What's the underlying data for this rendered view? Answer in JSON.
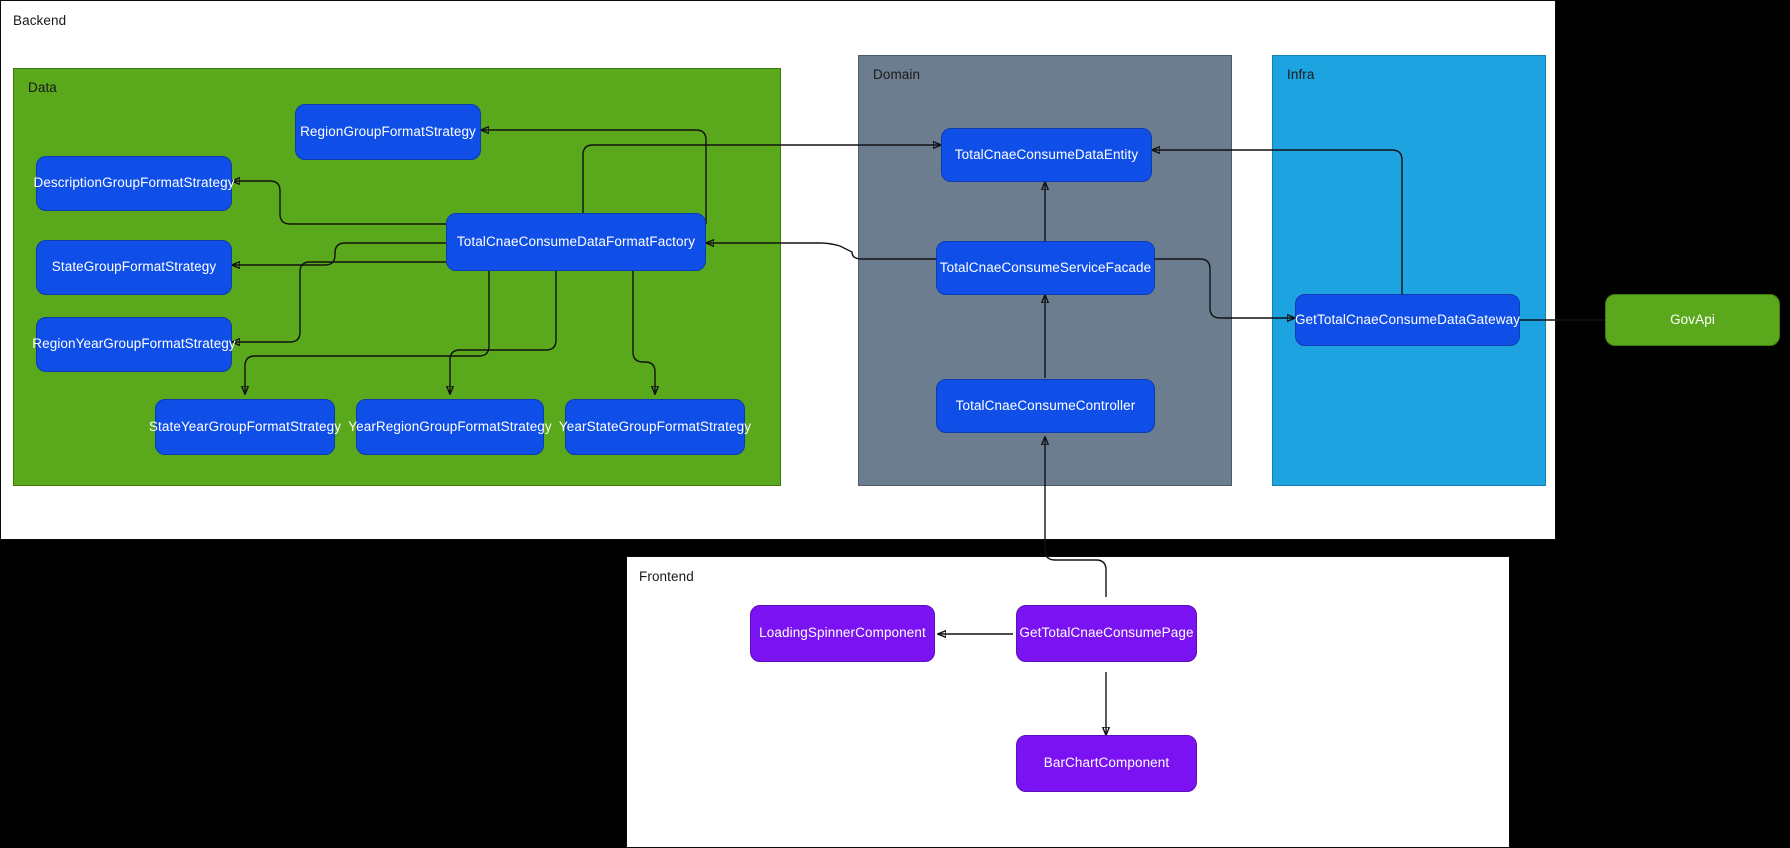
{
  "diagram": {
    "type": "architecture-flow-diagram",
    "background_color": "#000000",
    "palette": {
      "data_container": "#5aa81b",
      "domain_container": "#6b7d8f",
      "infra_container": "#1ca3e0",
      "backend_container": "#ffffff",
      "frontend_container": "#ffffff",
      "class_node": "#0f4fe8",
      "component_node": "#7a12f2",
      "external_node": "#5aa81b",
      "edge": "#121212"
    }
  },
  "backend": {
    "label": "Backend",
    "data_layer": {
      "label": "Data",
      "nodes": [
        {
          "id": "region-group-format-strategy",
          "label": "RegionGroupFormatStrategy"
        },
        {
          "id": "description-group-format-strategy",
          "label": "DescriptionGroupFormatStrategy"
        },
        {
          "id": "state-group-format-strategy",
          "label": "StateGroupFormatStrategy"
        },
        {
          "id": "region-year-group-format-strategy",
          "label": "RegionYearGroupFormatStrategy"
        },
        {
          "id": "total-cnae-consume-data-format-factory",
          "label": "TotalCnaeConsumeDataFormatFactory"
        },
        {
          "id": "state-year-group-format-strategy",
          "label": "StateYearGroupFormatStrategy"
        },
        {
          "id": "year-region-group-format-strategy",
          "label": "YearRegionGroupFormatStrategy"
        },
        {
          "id": "year-state-group-format-strategy",
          "label": "YearStateGroupFormatStrategy"
        }
      ]
    },
    "domain_layer": {
      "label": "Domain",
      "nodes": [
        {
          "id": "total-cnae-consume-data-entity",
          "label": "TotalCnaeConsumeDataEntity"
        },
        {
          "id": "total-cnae-consume-service-facade",
          "label": "TotalCnaeConsumeServiceFacade"
        },
        {
          "id": "total-cnae-consume-controller",
          "label": "TotalCnaeConsumeController"
        }
      ]
    },
    "infra_layer": {
      "label": "Infra",
      "nodes": [
        {
          "id": "get-total-cnae-consume-data-gateway",
          "label": "GetTotalCnaeConsumeDataGateway"
        }
      ]
    }
  },
  "external": {
    "nodes": [
      {
        "id": "gov-api",
        "label": "GovApi"
      }
    ]
  },
  "frontend": {
    "label": "Frontend",
    "nodes": [
      {
        "id": "loading-spinner-component",
        "label": "LoadingSpinnerComponent"
      },
      {
        "id": "get-total-cnae-consume-page",
        "label": "GetTotalCnaeConsumePage"
      },
      {
        "id": "bar-chart-component",
        "label": "BarChartComponent"
      }
    ]
  },
  "edges": [
    {
      "from": "total-cnae-consume-data-format-factory",
      "to": "region-group-format-strategy"
    },
    {
      "from": "total-cnae-consume-data-format-factory",
      "to": "description-group-format-strategy"
    },
    {
      "from": "total-cnae-consume-data-format-factory",
      "to": "state-group-format-strategy"
    },
    {
      "from": "total-cnae-consume-data-format-factory",
      "to": "region-year-group-format-strategy"
    },
    {
      "from": "total-cnae-consume-data-format-factory",
      "to": "state-year-group-format-strategy"
    },
    {
      "from": "total-cnae-consume-data-format-factory",
      "to": "year-region-group-format-strategy"
    },
    {
      "from": "total-cnae-consume-data-format-factory",
      "to": "year-state-group-format-strategy"
    },
    {
      "from": "total-cnae-consume-data-format-factory",
      "to": "total-cnae-consume-data-entity"
    },
    {
      "from": "total-cnae-consume-service-facade",
      "to": "total-cnae-consume-data-format-factory"
    },
    {
      "from": "total-cnae-consume-service-facade",
      "to": "total-cnae-consume-data-entity"
    },
    {
      "from": "total-cnae-consume-controller",
      "to": "total-cnae-consume-service-facade"
    },
    {
      "from": "total-cnae-consume-service-facade",
      "to": "get-total-cnae-consume-data-gateway"
    },
    {
      "from": "get-total-cnae-consume-data-gateway",
      "to": "total-cnae-consume-data-entity"
    },
    {
      "from": "get-total-cnae-consume-data-gateway",
      "to": "gov-api"
    },
    {
      "from": "get-total-cnae-consume-page",
      "to": "total-cnae-consume-controller"
    },
    {
      "from": "get-total-cnae-consume-page",
      "to": "loading-spinner-component"
    },
    {
      "from": "get-total-cnae-consume-page",
      "to": "bar-chart-component"
    }
  ]
}
